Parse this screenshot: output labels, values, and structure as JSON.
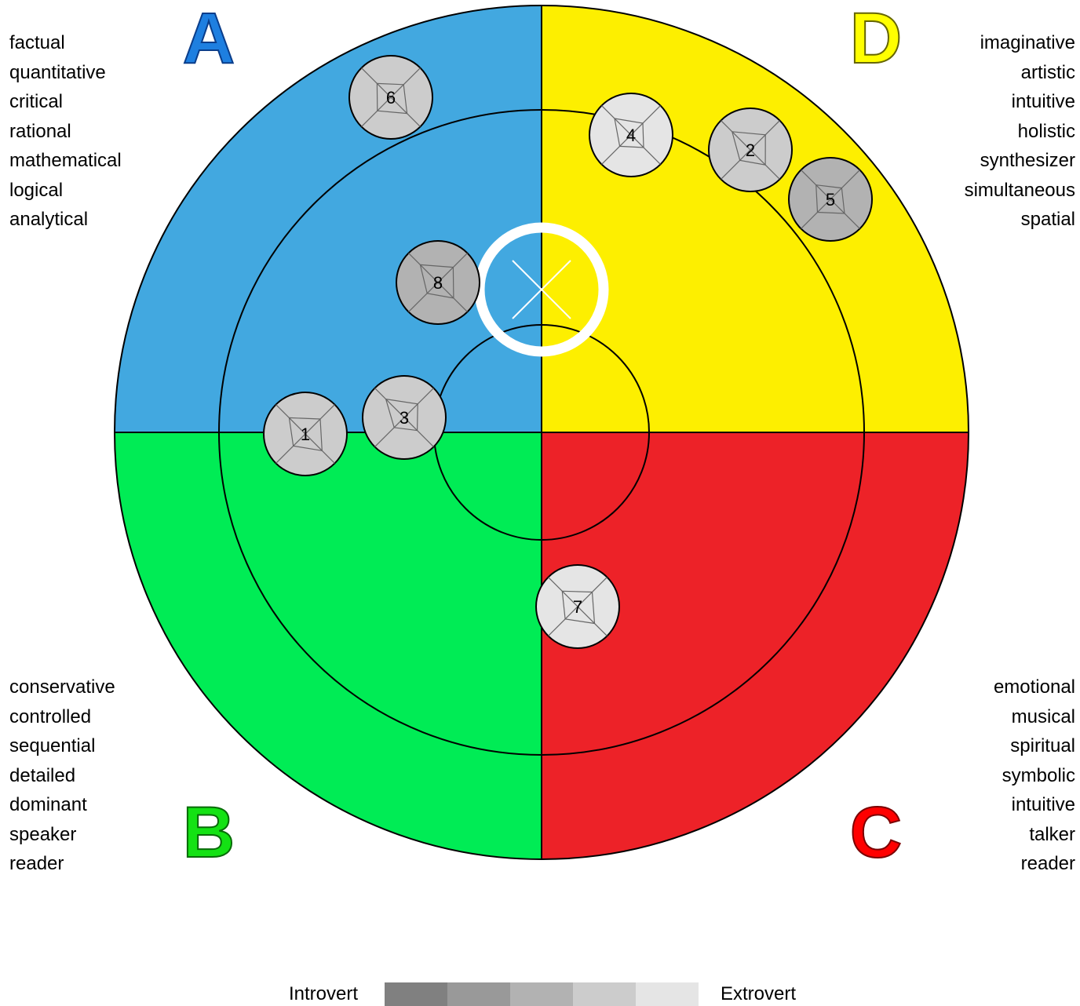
{
  "quadrants": [
    {
      "id": "A",
      "letter": "A",
      "fill": "#42a8e0",
      "letter_color": "#1e7fe0",
      "traits": [
        "factual",
        "quantitative",
        "critical",
        "rational",
        "mathematical",
        "logical",
        "analytical"
      ]
    },
    {
      "id": "D",
      "letter": "D",
      "fill": "#fdef00",
      "letter_color": "#ffff00",
      "traits": [
        "imaginative",
        "artistic",
        "intuitive",
        "holistic",
        "synthesizer",
        "simultaneous",
        "spatial"
      ]
    },
    {
      "id": "B",
      "letter": "B",
      "fill": "#00ec55",
      "letter_color": "#14e214",
      "traits": [
        "conservative",
        "controlled",
        "sequential",
        "detailed",
        "dominant",
        "speaker",
        "reader"
      ]
    },
    {
      "id": "C",
      "letter": "C",
      "fill": "#ed2228",
      "letter_color": "#ff0000",
      "traits": [
        "emotional",
        "musical",
        "spiritual",
        "symbolic",
        "intuitive",
        "talker",
        "reader"
      ]
    }
  ],
  "markers": [
    {
      "label": "1",
      "shade": 3
    },
    {
      "label": "2",
      "shade": 3
    },
    {
      "label": "3",
      "shade": 3
    },
    {
      "label": "4",
      "shade": 4
    },
    {
      "label": "5",
      "shade": 2
    },
    {
      "label": "6",
      "shade": 3
    },
    {
      "label": "7",
      "shade": 4
    },
    {
      "label": "8",
      "shade": 2
    }
  ],
  "legend": {
    "left_label": "Introvert",
    "right_label": "Extrovert",
    "shades": [
      "#808080",
      "#999999",
      "#b2b2b2",
      "#cccccc",
      "#e5e5e5"
    ]
  }
}
